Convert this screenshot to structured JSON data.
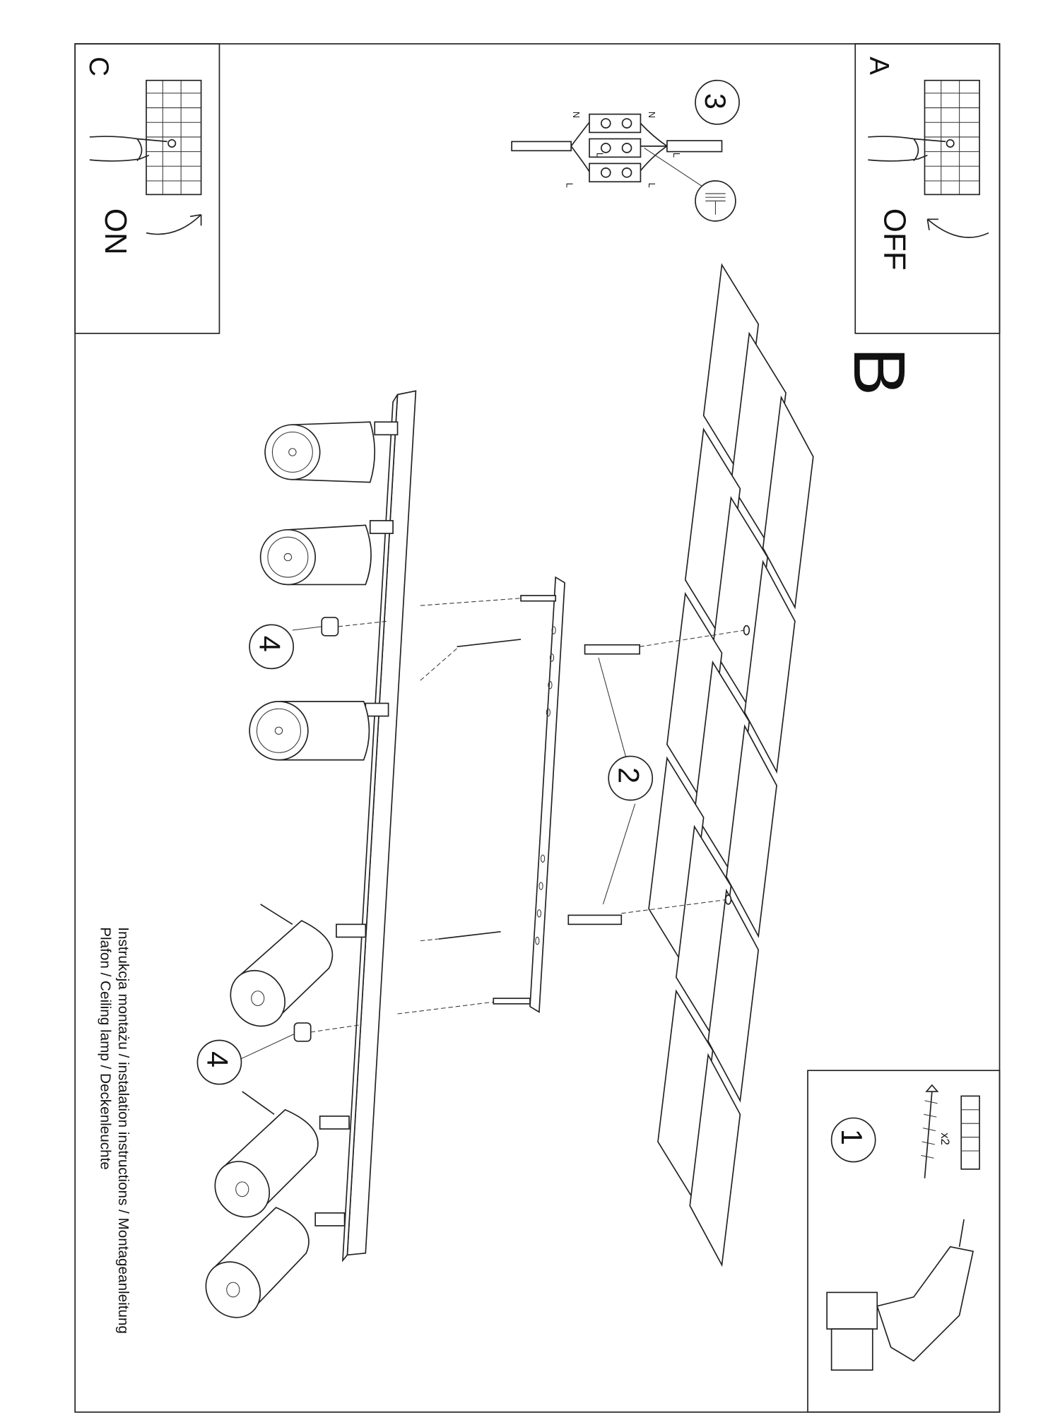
{
  "panels": {
    "a": {
      "letter": "A",
      "state": "OFF"
    },
    "b": {
      "letter": "B"
    },
    "c": {
      "letter": "C",
      "state": "ON"
    }
  },
  "steps": {
    "one": "1",
    "two": "2",
    "three": "3",
    "four_a": "4",
    "four_b": "4"
  },
  "parts": {
    "quantity": "x2"
  },
  "wiring": {
    "neutral": "N",
    "live": "L"
  },
  "caption": {
    "line1": "Instrukcja montażu / instalation instructions / Montageanleitung",
    "line2": "Plafon / Ceiling lamp / Deckenleuchte"
  }
}
